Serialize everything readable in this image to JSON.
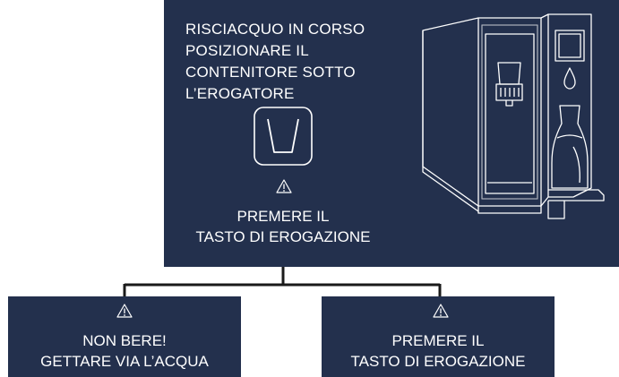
{
  "main_panel": {
    "message_lines": [
      "RISCIACQUO IN CORSO",
      "POSIZIONARE IL",
      "CONTENITORE SOTTO",
      "L’EROGATORE"
    ],
    "instruction_lines": [
      "PREMERE IL",
      "TASTO DI EROGAZIONE"
    ]
  },
  "left_box": {
    "lines": [
      "NON BERE!",
      "GETTARE VIA L’ACQUA"
    ]
  },
  "right_box": {
    "lines": [
      "PREMERE IL",
      "TASTO DI EROGAZIONE"
    ]
  },
  "colors": {
    "panel_background": "#23304d",
    "text": "#ffffff",
    "connector": "#1a1a1a"
  },
  "icons": [
    "glass-icon",
    "warning-icon",
    "water-dispenser-illustration"
  ]
}
